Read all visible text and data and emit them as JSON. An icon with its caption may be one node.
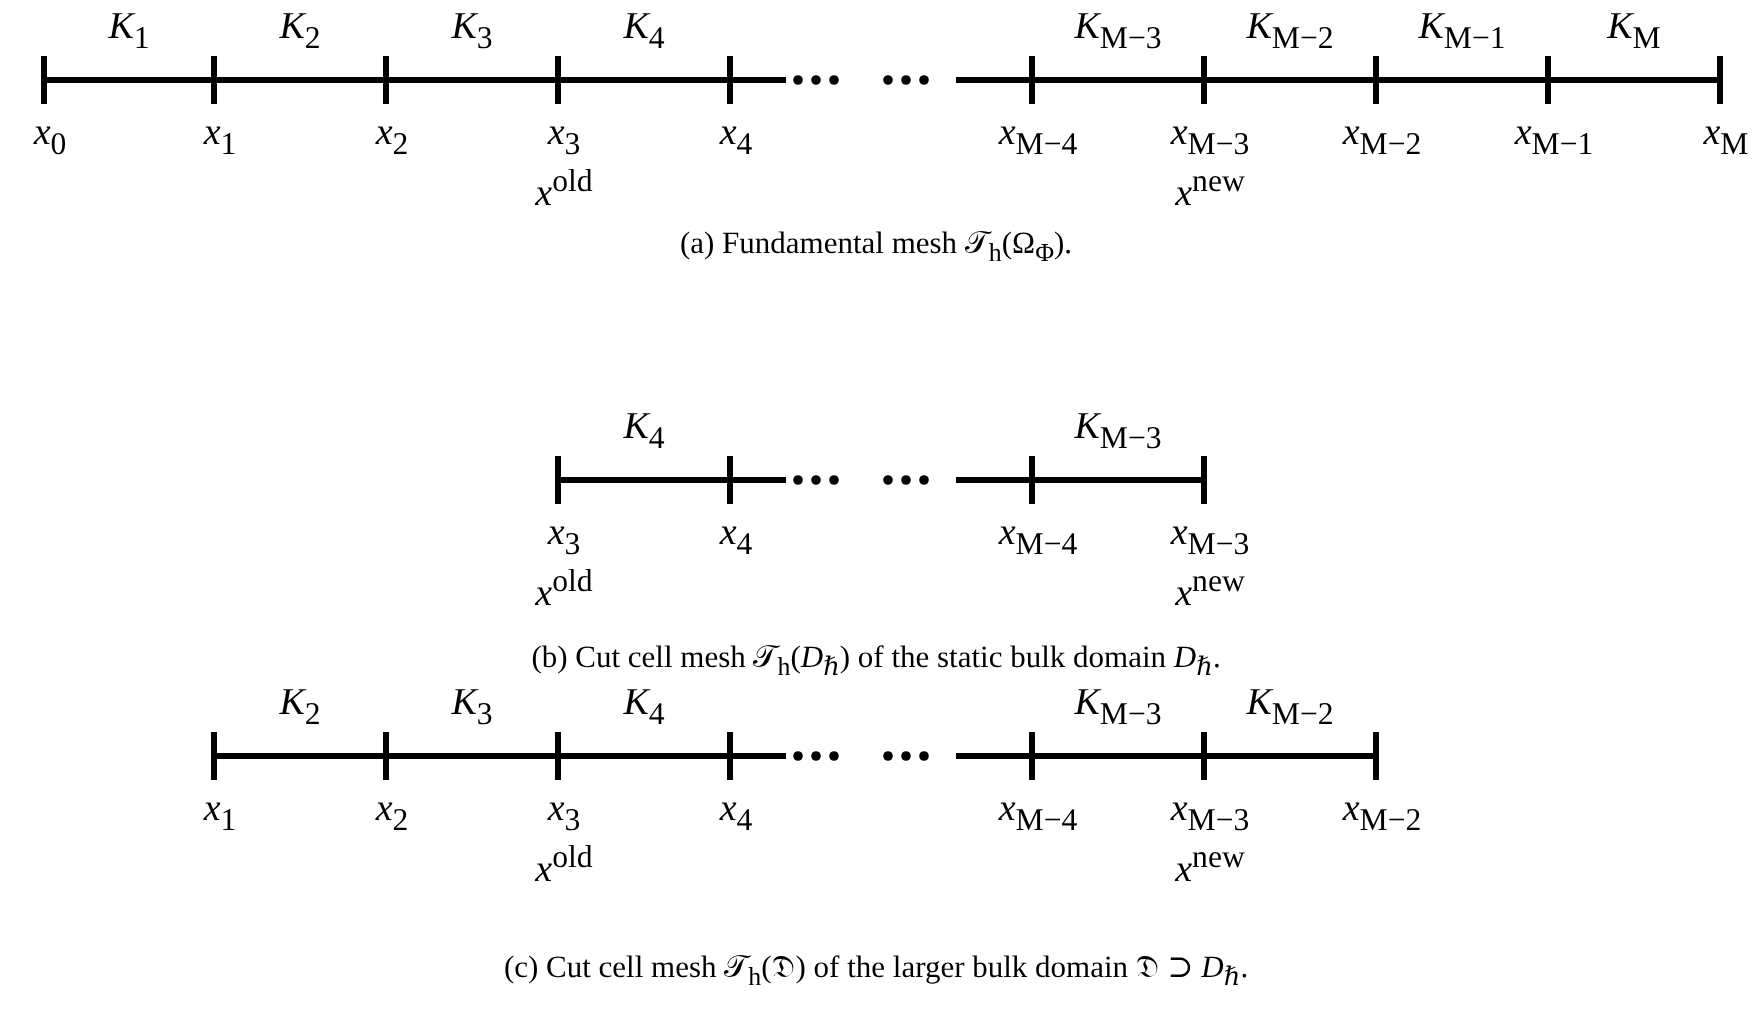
{
  "diagram": {
    "labels": [
      "*K*$_{1}$",
      "*K*$_{2}$",
      "*K*$_{3}$",
      "*K*$_{4}$",
      "*K*$_{M−3}$",
      "*K*$_{M−2}$",
      "*K*$_{M−1}$",
      "*K*$_{M}$",
      "*x*$_{0}$",
      "*x*$_{1}$",
      "*x*$_{2}$",
      "*x*$_{3}$",
      "*x*$_{4}$",
      "*x*$_{M−4}$",
      "*x*$_{M−3}$",
      "*x*$_{M−2}$",
      "*x*$_{M−1}$",
      "*x*$_{M}$",
      "*x*$^{old}$",
      "*x*$^{new}$",
      "(a) Fundamental mesh 𝒯$_{h}$(Ω$_{Φ}$).",
      "*K*$_{4}$",
      "*K*$_{M−3}$",
      "*x*$_{3}$",
      "*x*$_{4}$",
      "*x*$_{M−4}$",
      "*x*$_{M−3}$",
      "*x*$^{old}$",
      "*x*$^{new}$",
      "(b) Cut cell mesh 𝒯$_{h}$(*D*$_{ℏ}$) of the static bulk domain *D*$_{ℏ}$.",
      "*K*$_{2}$",
      "*K*$_{3}$",
      "*K*$_{4}$",
      "*K*$_{M−3}$",
      "*K*$_{M−2}$",
      "*x*$_{1}$",
      "*x*$_{2}$",
      "*x*$_{3}$",
      "*x*$_{4}$",
      "*x*$_{M−4}$",
      "*x*$_{M−3}$",
      "*x*$_{M−2}$",
      "*x*$^{old}$",
      "*x*$^{new}$",
      "(c) Cut cell mesh 𝒯$_{h}$(𝔇) of the larger bulk domain 𝔇 ⊃ *D*$_{ℏ}$."
    ]
  }
}
